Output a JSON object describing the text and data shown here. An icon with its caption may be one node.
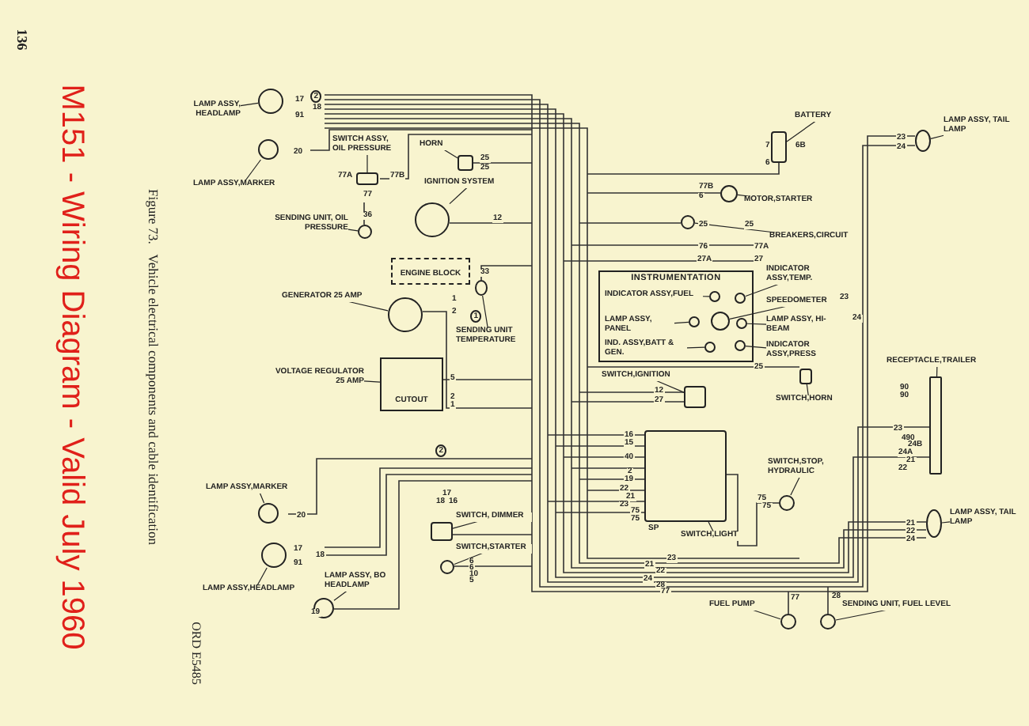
{
  "diagram": {
    "caption": "Figure 73.   Vehicle electrical components and cable identification",
    "nodes": [
      {
        "text": [
          "LAMP ASSY, HEADLAMP"
        ]
      },
      {
        "text": [],
        "shape": "circle"
      },
      {
        "text": [
          "LAMP ASSY,MARKER"
        ]
      },
      {
        "text": [],
        "shape": "circle"
      },
      {
        "text": [
          "SWITCH ASSY, OIL PRESSURE"
        ]
      },
      {
        "text": [],
        "shape": "box"
      },
      {
        "text": [
          "HORN"
        ]
      },
      {
        "text": [],
        "shape": "box"
      },
      {
        "text": [
          "IGNITION SYSTEM"
        ]
      },
      {
        "text": [],
        "shape": "circle"
      },
      {
        "text": [
          "SENDING UNIT, OIL PRESSURE"
        ]
      },
      {
        "text": [],
        "shape": "circle"
      },
      {
        "text": [
          "ENGINE BLOCK"
        ]
      },
      {
        "text": [
          "GENERATOR 25 AMP"
        ]
      },
      {
        "text": [],
        "shape": "circle"
      },
      {
        "text": [
          "SENDING UNIT TEMPERATURE"
        ]
      },
      {
        "text": [],
        "shape": "circle"
      },
      {
        "text": [
          "VOLTAGE REGULATOR 25 AMP"
        ]
      },
      {
        "text": [
          "CUTOUT"
        ]
      },
      {
        "text": [
          "BATTERY"
        ]
      },
      {
        "text": [],
        "shape": "box"
      },
      {
        "text": [
          "MOTOR,STARTER"
        ]
      },
      {
        "text": [],
        "shape": "circle"
      },
      {
        "text": [
          "BREAKERS,CIRCUIT"
        ]
      },
      {
        "text": [],
        "shape": "circle"
      },
      {
        "text": [
          "LAMP ASSY, TAIL LAMP"
        ]
      },
      {
        "text": [],
        "shape": "circle"
      },
      {
        "text": [
          "INSTRUMENTATION"
        ]
      },
      {
        "text": [
          "INDICATOR ASSY,FUEL"
        ],
        "in": 27
      },
      {
        "text": [],
        "shape": "circle",
        "in": 27
      },
      {
        "text": [
          "LAMP ASSY, PANEL"
        ],
        "in": 27
      },
      {
        "text": [],
        "shape": "circle",
        "in": 27
      },
      {
        "text": [
          "IND. ASSY,BATT & GEN."
        ],
        "in": 27
      },
      {
        "text": [],
        "shape": "circle",
        "in": 27
      },
      {
        "text": [
          "INDICATOR ASSY,TEMP."
        ]
      },
      {
        "text": [],
        "shape": "circle",
        "in": 27
      },
      {
        "text": [
          "SPEEDOMETER"
        ]
      },
      {
        "text": [],
        "shape": "circle",
        "in": 27
      },
      {
        "text": [
          "LAMP ASSY, HI-BEAM"
        ]
      },
      {
        "text": [],
        "shape": "circle",
        "in": 27
      },
      {
        "text": [
          "INDICATOR ASSY,PRESS"
        ]
      },
      {
        "text": [],
        "shape": "circle",
        "in": 27
      },
      {
        "text": [
          "SWITCH,IGNITION"
        ]
      },
      {
        "text": [],
        "shape": "box"
      },
      {
        "text": [
          "SWITCH,HORN"
        ]
      },
      {
        "text": [],
        "shape": "box"
      },
      {
        "text": [
          "SWITCH,LIGHT"
        ]
      },
      {
        "text": [],
        "shape": "box"
      },
      {
        "text": [
          "SWITCH,STOP, HYDRAULIC"
        ]
      },
      {
        "text": [],
        "shape": "circle"
      },
      {
        "text": [
          "RECEPTACLE,TRAILER"
        ]
      },
      {
        "text": [],
        "shape": "bar"
      },
      {
        "text": [
          "LAMP ASSY, TAIL LAMP"
        ]
      },
      {
        "text": [],
        "shape": "circle"
      },
      {
        "text": [
          "FUEL PUMP"
        ]
      },
      {
        "text": [],
        "shape": "circle"
      },
      {
        "text": [
          "SENDING UNIT, FUEL LEVEL"
        ]
      },
      {
        "text": [],
        "shape": "circle"
      },
      {
        "text": [
          "LAMP ASSY,MARKER"
        ]
      },
      {
        "text": [],
        "shape": "circle"
      },
      {
        "text": [
          "LAMP ASSY,HEADLAMP"
        ]
      },
      {
        "text": [],
        "shape": "circle"
      },
      {
        "text": [
          "LAMP ASSY, BO HEADLAMP"
        ]
      },
      {
        "text": [],
        "shape": "circle"
      },
      {
        "text": [
          "SWITCH, DIMMER"
        ]
      },
      {
        "text": [],
        "shape": "box"
      },
      {
        "text": [
          "SWITCH,STARTER"
        ]
      },
      {
        "text": [],
        "shape": "circle"
      }
    ],
    "edges": [
      {
        "from": 0,
        "to": 1,
        "arrow": "none"
      },
      {
        "from": 2,
        "to": 3,
        "arrow": "none"
      },
      {
        "from": 4,
        "to": 5,
        "arrow": "none"
      },
      {
        "from": 6,
        "to": 7,
        "arrow": "none"
      },
      {
        "from": 8,
        "to": 9,
        "arrow": "none"
      },
      {
        "from": 10,
        "to": 11,
        "arrow": "none"
      },
      {
        "from": 13,
        "to": 14,
        "arrow": "none"
      },
      {
        "from": 15,
        "to": 16,
        "arrow": "none"
      },
      {
        "from": 17,
        "to": 18,
        "arrow": "none"
      },
      {
        "from": 19,
        "to": 20,
        "arrow": "none"
      },
      {
        "from": 21,
        "to": 22,
        "arrow": "none"
      },
      {
        "from": 23,
        "to": 24,
        "arrow": "none"
      },
      {
        "from": 25,
        "to": 26,
        "arrow": "none"
      },
      {
        "from": 28,
        "to": 29,
        "arrow": "none"
      },
      {
        "from": 30,
        "to": 31,
        "arrow": "none"
      },
      {
        "from": 32,
        "to": 33,
        "arrow": "none"
      },
      {
        "from": 34,
        "to": 35,
        "arrow": "none"
      },
      {
        "from": 36,
        "to": 37,
        "arrow": "none"
      },
      {
        "from": 38,
        "to": 39,
        "arrow": "none"
      },
      {
        "from": 40,
        "to": 41,
        "arrow": "none"
      },
      {
        "from": 42,
        "to": 43,
        "arrow": "none"
      },
      {
        "from": 44,
        "to": 45,
        "arrow": "none"
      },
      {
        "from": 46,
        "to": 47,
        "arrow": "none"
      },
      {
        "from": 48,
        "to": 49,
        "arrow": "none"
      },
      {
        "from": 50,
        "to": 51,
        "arrow": "none"
      },
      {
        "from": 52,
        "to": 53,
        "arrow": "none"
      },
      {
        "from": 54,
        "to": 55,
        "arrow": "none"
      },
      {
        "from": 56,
        "to": 57,
        "arrow": "none"
      },
      {
        "from": 58,
        "to": 59,
        "arrow": "none"
      },
      {
        "from": 60,
        "to": 61,
        "arrow": "none"
      },
      {
        "from": 62,
        "to": 63,
        "arrow": "none"
      },
      {
        "from": 64,
        "to": 65,
        "arrow": "none"
      },
      {
        "from": 66,
        "to": 67,
        "arrow": "none"
      }
    ],
    "labels": [
      "136",
      "M151 - Wiring Diagram - Valid July 1960",
      "2",
      "17",
      "18",
      "91",
      "20",
      "77A",
      "77B",
      "77",
      "25",
      "25",
      "12",
      "36",
      "33",
      "1",
      "2",
      "1",
      "5",
      "2",
      "1",
      "7",
      "6B",
      "6",
      "77B",
      "6",
      "25",
      "25",
      "76",
      "77A",
      "27A",
      "27",
      "23",
      "24",
      "23",
      "24",
      "12",
      "27",
      "25",
      "16",
      "15",
      "40",
      "2",
      "19",
      "22",
      "21",
      "23",
      "75",
      "75",
      "SP",
      "75",
      "75",
      "90",
      "90",
      "23",
      "490",
      "24B",
      "24A",
      "21",
      "22",
      "21",
      "22",
      "24",
      "23",
      "21",
      "22",
      "24",
      "28",
      "77",
      "77",
      "28",
      "2",
      "20",
      "17",
      "18",
      "91",
      "19",
      "17",
      "18",
      "16",
      "6",
      "6",
      "10",
      "5",
      "ORD E5485"
    ]
  }
}
